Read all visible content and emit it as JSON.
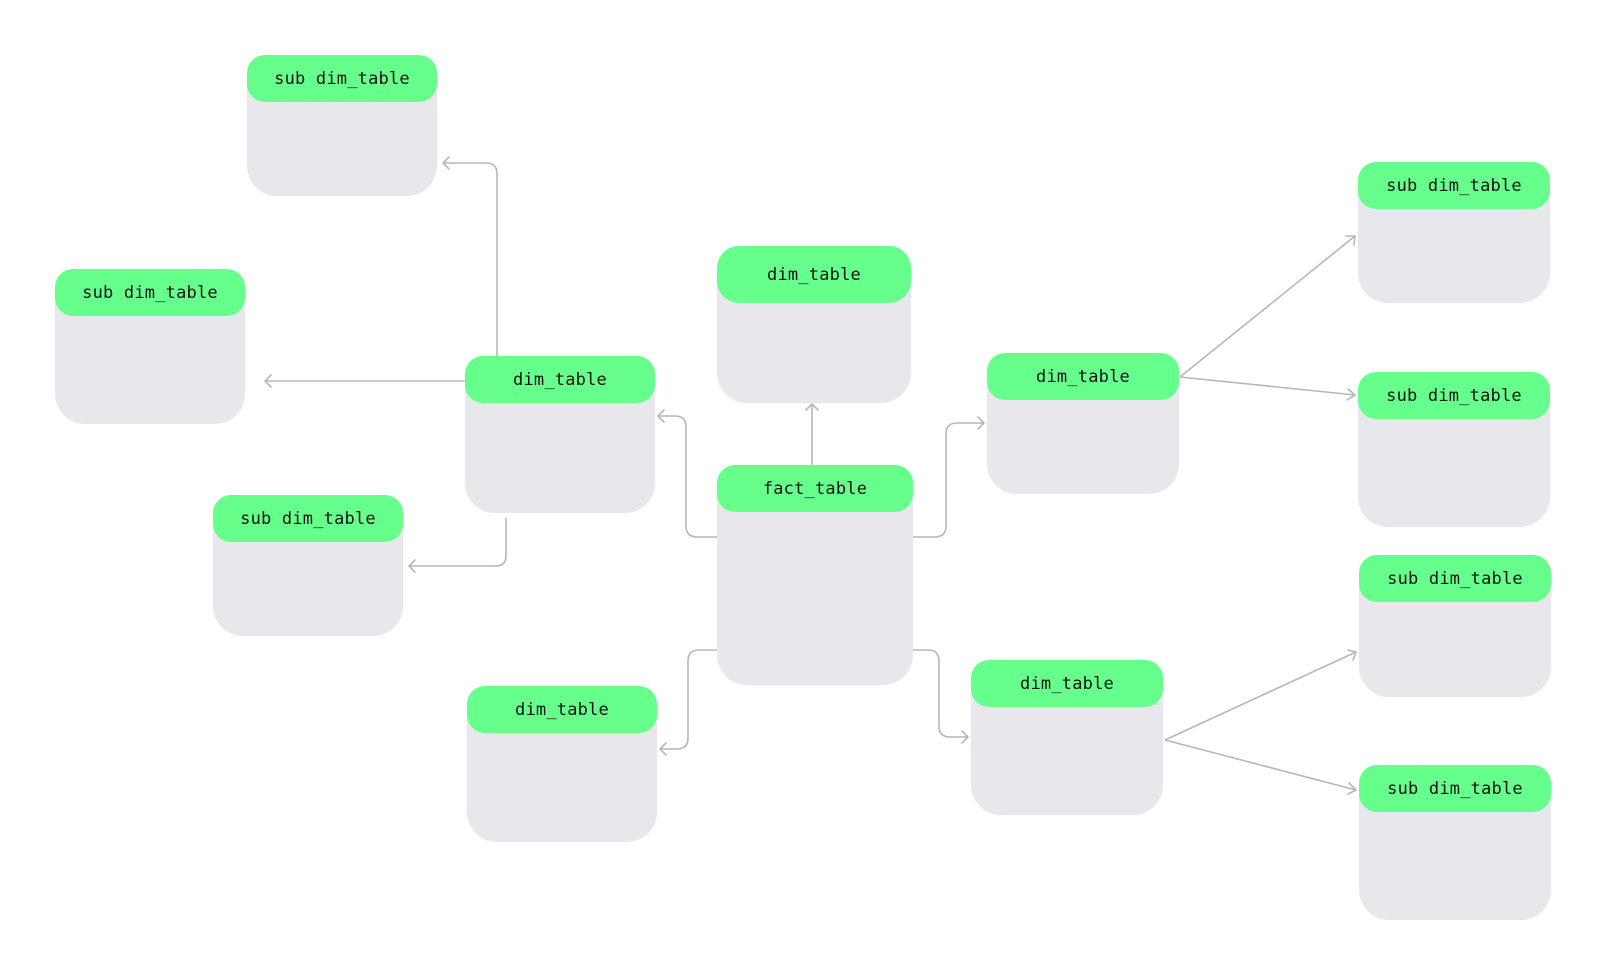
{
  "diagram": {
    "nodes": [
      {
        "id": "n-sub-tl",
        "label": "sub dim_table"
      },
      {
        "id": "n-sub-ml",
        "label": "sub dim_table"
      },
      {
        "id": "n-sub-bl",
        "label": "sub dim_table"
      },
      {
        "id": "n-dim-l",
        "label": "dim_table"
      },
      {
        "id": "n-dim-bl",
        "label": "dim_table"
      },
      {
        "id": "n-dim-t",
        "label": "dim_table"
      },
      {
        "id": "n-fact",
        "label": "fact_table"
      },
      {
        "id": "n-dim-r",
        "label": "dim_table"
      },
      {
        "id": "n-dim-br",
        "label": "dim_table"
      },
      {
        "id": "n-sub-r1",
        "label": "sub dim_table"
      },
      {
        "id": "n-sub-r2",
        "label": "sub dim_table"
      },
      {
        "id": "n-sub-r3",
        "label": "sub dim_table"
      },
      {
        "id": "n-sub-r4",
        "label": "sub dim_table"
      }
    ],
    "edges": [
      {
        "from": "n-fact",
        "to": "n-dim-t"
      },
      {
        "from": "n-fact",
        "to": "n-dim-l"
      },
      {
        "from": "n-fact",
        "to": "n-dim-bl"
      },
      {
        "from": "n-fact",
        "to": "n-dim-r"
      },
      {
        "from": "n-fact",
        "to": "n-dim-br"
      },
      {
        "from": "n-dim-l",
        "to": "n-sub-tl"
      },
      {
        "from": "n-dim-l",
        "to": "n-sub-ml"
      },
      {
        "from": "n-dim-l",
        "to": "n-sub-bl"
      },
      {
        "from": "n-dim-r",
        "to": "n-sub-r1"
      },
      {
        "from": "n-dim-r",
        "to": "n-sub-r2"
      },
      {
        "from": "n-dim-br",
        "to": "n-sub-r3"
      },
      {
        "from": "n-dim-br",
        "to": "n-sub-r4"
      }
    ],
    "colors": {
      "header": "#66ff8c",
      "body": "#e8e8ec",
      "connector": "#b7b7b7",
      "text": "#111111"
    }
  }
}
